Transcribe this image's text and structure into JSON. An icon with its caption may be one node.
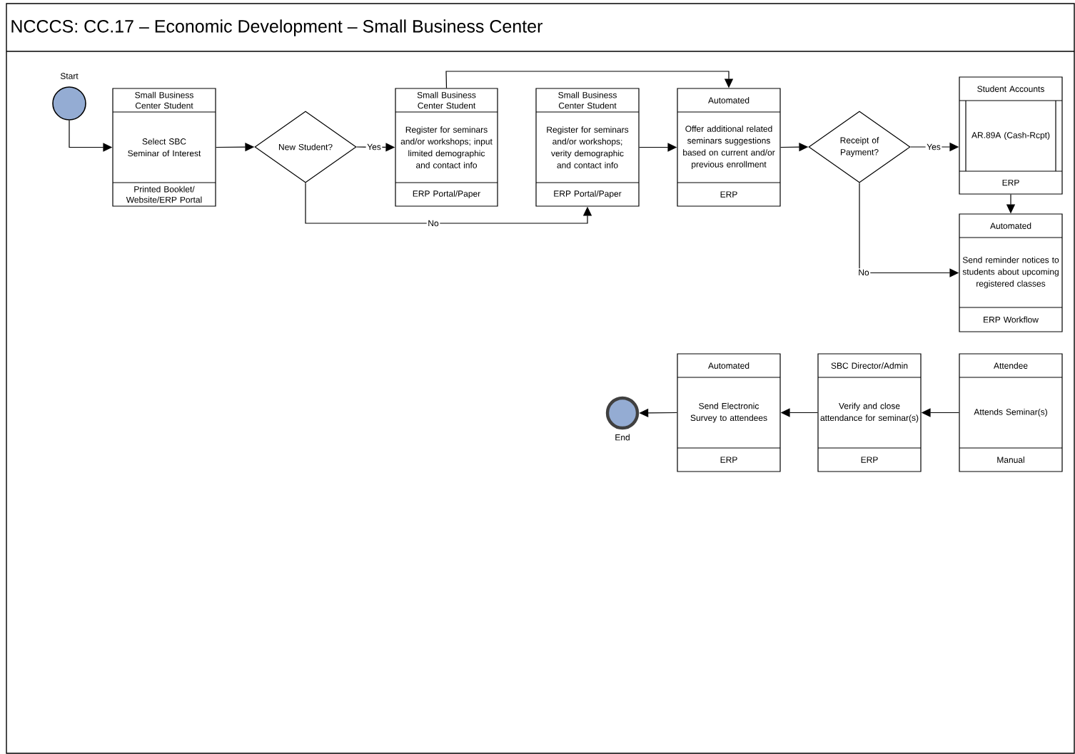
{
  "diagram": {
    "title": "NCCCS:  CC.17 – Economic Development – Small Business Center",
    "nodes": [
      {
        "text": [],
        "shape": "circle",
        "beside": [
          "Start"
        ]
      },
      {
        "text": [
          "Small Business Center Student",
          "Select SBC Seminar of Interest",
          "Printed Booklet/ Website/ERP Portal"
        ]
      },
      {
        "text": [
          "New Student?"
        ]
      },
      {
        "text": [
          "Small Business Center Student",
          "Register for seminars and/or workshops; input limited demographic and contact info",
          "ERP Portal/Paper"
        ]
      },
      {
        "text": [
          "Small Business Center Student",
          "Register for seminars and/or workshops; verity demographic and contact info",
          "ERP Portal/Paper"
        ]
      },
      {
        "text": [
          "Automated",
          "Offer additional related seminars suggestions based on current and/or previous enrollment",
          "ERP"
        ]
      },
      {
        "text": [
          "Receipt of Payment?"
        ]
      },
      {
        "text": [
          "Student Accounts",
          "AR.89A (Cash-Rcpt)",
          "ERP"
        ]
      },
      {
        "text": [
          "Automated",
          "Send reminder notices to students about upcoming registered classes",
          "ERP Workflow"
        ]
      },
      {
        "text": [],
        "shape": "circle",
        "beside": [
          "End"
        ]
      },
      {
        "text": [
          "Automated",
          "Send Electronic Survey to attendees",
          "ERP"
        ]
      },
      {
        "text": [
          "SBC Director/Admin",
          "Verify and close attendance for seminar(s)",
          "ERP"
        ]
      },
      {
        "text": [
          "Attendee",
          "Attends Seminar(s)",
          "Manual"
        ]
      }
    ],
    "edges": [
      {
        "from": 0,
        "to": 1,
        "arrow": "to"
      },
      {
        "from": 1,
        "to": 2,
        "arrow": "to"
      },
      {
        "from": 2,
        "to": 3,
        "arrow": "to",
        "label": "Yes"
      },
      {
        "from": 2,
        "to": 4,
        "arrow": "to",
        "label": "No"
      },
      {
        "from": 3,
        "to": 5,
        "arrow": "to"
      },
      {
        "from": 4,
        "to": 5,
        "arrow": "to"
      },
      {
        "from": 5,
        "to": 6,
        "arrow": "to"
      },
      {
        "from": 6,
        "to": 7,
        "arrow": "to",
        "label": "Yes"
      },
      {
        "from": 6,
        "to": 8,
        "arrow": "to",
        "label": "No"
      },
      {
        "from": 7,
        "to": 8,
        "arrow": "to"
      },
      {
        "from": 12,
        "to": 11,
        "arrow": "to"
      },
      {
        "from": 11,
        "to": 10,
        "arrow": "to"
      },
      {
        "from": 10,
        "to": 9,
        "arrow": "to"
      }
    ]
  }
}
